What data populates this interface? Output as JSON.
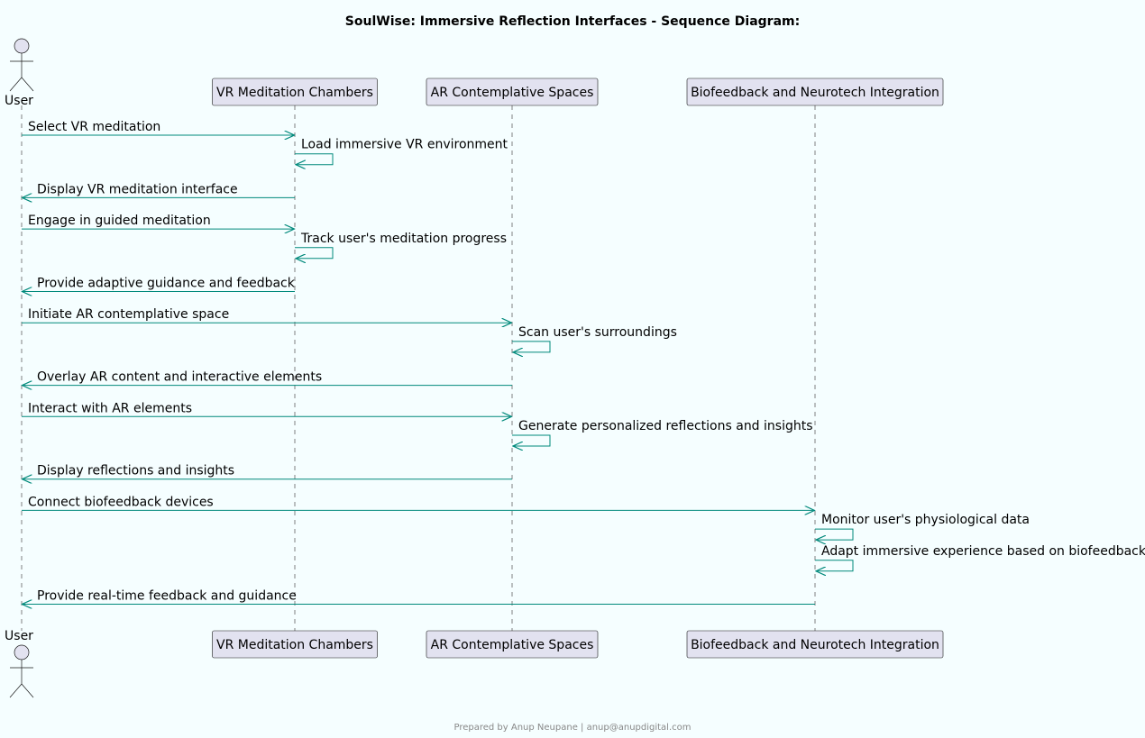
{
  "title": "SoulWise: Immersive Reflection Interfaces - Sequence Diagram:",
  "footer": "Prepared by Anup Neupane | anup@anupdigital.com",
  "colors": {
    "background": "#F5FEFF",
    "arrow": "#00897B",
    "participant_fill": "#E2E2F0",
    "lifeline": "#808080"
  },
  "participants": [
    {
      "id": "user",
      "label": "User",
      "kind": "actor"
    },
    {
      "id": "vr",
      "label": "VR Meditation Chambers",
      "kind": "participant"
    },
    {
      "id": "ar",
      "label": "AR Contemplative Spaces",
      "kind": "participant"
    },
    {
      "id": "bio",
      "label": "Biofeedback and Neurotech Integration",
      "kind": "participant"
    }
  ],
  "messages": [
    {
      "from": "user",
      "to": "vr",
      "text": "Select VR meditation"
    },
    {
      "from": "vr",
      "to": "vr",
      "text": "Load immersive VR environment"
    },
    {
      "from": "vr",
      "to": "user",
      "text": "Display VR meditation interface"
    },
    {
      "from": "user",
      "to": "vr",
      "text": "Engage in guided meditation"
    },
    {
      "from": "vr",
      "to": "vr",
      "text": "Track user's meditation progress"
    },
    {
      "from": "vr",
      "to": "user",
      "text": "Provide adaptive guidance and feedback"
    },
    {
      "from": "user",
      "to": "ar",
      "text": "Initiate AR contemplative space"
    },
    {
      "from": "ar",
      "to": "ar",
      "text": "Scan user's surroundings"
    },
    {
      "from": "ar",
      "to": "user",
      "text": "Overlay AR content and interactive elements"
    },
    {
      "from": "user",
      "to": "ar",
      "text": "Interact with AR elements"
    },
    {
      "from": "ar",
      "to": "ar",
      "text": "Generate personalized reflections and insights"
    },
    {
      "from": "ar",
      "to": "user",
      "text": "Display reflections and insights"
    },
    {
      "from": "user",
      "to": "bio",
      "text": "Connect biofeedback devices"
    },
    {
      "from": "bio",
      "to": "bio",
      "text": "Monitor user's physiological data"
    },
    {
      "from": "bio",
      "to": "bio",
      "text": "Adapt immersive experience based on biofeedback"
    },
    {
      "from": "bio",
      "to": "user",
      "text": "Provide real-time feedback and guidance"
    }
  ]
}
